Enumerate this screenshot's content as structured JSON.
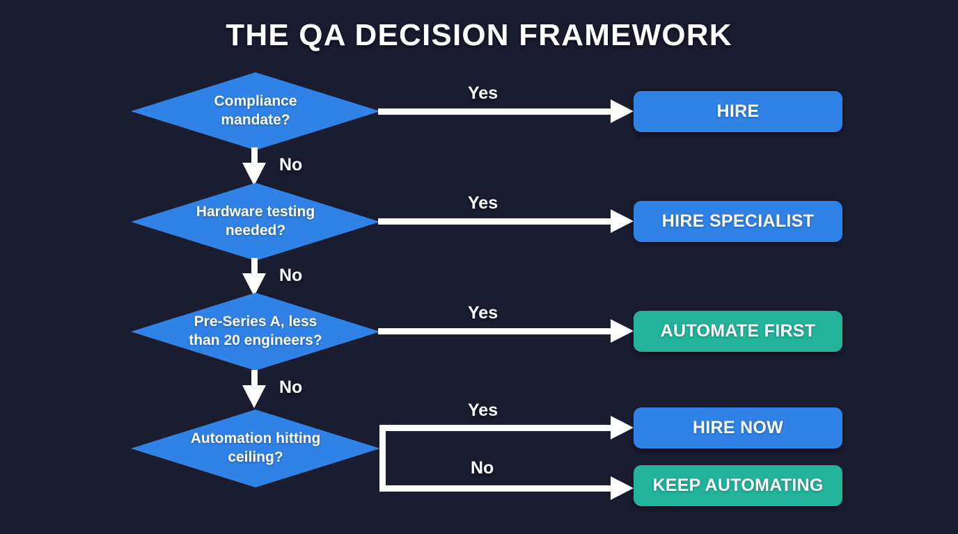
{
  "title": "THE QA DECISION FRAMEWORK",
  "colors": {
    "background": "#1a1c30",
    "decision_blue": "#3182e6",
    "outcome_blue": "#3182e6",
    "outcome_teal": "#22b39a",
    "connector_white": "#ffffff",
    "text_white": "#ffffff"
  },
  "decisions": [
    {
      "id": "compliance",
      "label": "Compliance\nmandate?"
    },
    {
      "id": "hardware",
      "label": "Hardware testing\nneeded?"
    },
    {
      "id": "pre-series-a",
      "label": "Pre-Series A, less\nthan 20 engineers?"
    },
    {
      "id": "ceiling",
      "label": "Automation hitting\nceiling?"
    }
  ],
  "outcomes": [
    {
      "id": "hire",
      "label": "HIRE",
      "color": "#3182e6"
    },
    {
      "id": "hire-specialist",
      "label": "HIRE SPECIALIST",
      "color": "#3182e6"
    },
    {
      "id": "automate-first",
      "label": "AUTOMATE FIRST",
      "color": "#22b39a"
    },
    {
      "id": "hire-now",
      "label": "HIRE NOW",
      "color": "#3182e6"
    },
    {
      "id": "keep-automating",
      "label": "KEEP AUTOMATING",
      "color": "#22b39a"
    }
  ],
  "edges": {
    "yes_1": "Yes",
    "no_1": "No",
    "yes_2": "Yes",
    "no_2": "No",
    "yes_3": "Yes",
    "no_3": "No",
    "yes_4": "Yes",
    "no_4": "No"
  }
}
